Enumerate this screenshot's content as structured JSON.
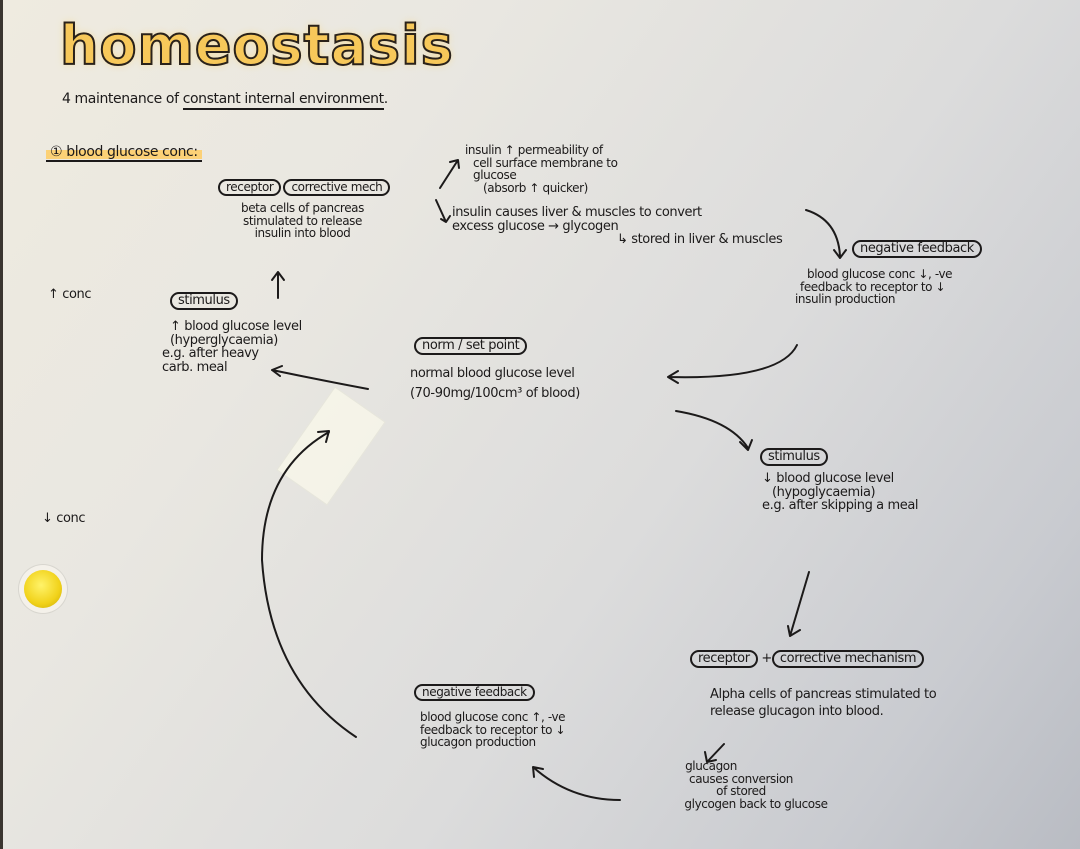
{
  "page": {
    "title": "homeostasis",
    "subtitle_prefix": "4 maintenance of",
    "subtitle_underlined": "constant internal environment",
    "subtitle_suffix": ".",
    "section_heading": "① blood glucose conc:",
    "highlight_color": "#f7c85a",
    "ink_color": "#1c1a1a"
  },
  "margin_labels": {
    "increase_conc": "↑ conc",
    "decrease_conc": "↓ conc"
  },
  "high_branch": {
    "receptor_label": "receptor",
    "corrective_label": "corrective mech",
    "receptor_text": [
      "beta cells of pancreas",
      "stimulated to release",
      "insulin into blood"
    ],
    "receptor_underlined": "beta cells",
    "insulin_effect_1": [
      "insulin ↑ permeability of",
      "cell surface membrane to",
      "glucose",
      "(absorb ↑ quicker)"
    ],
    "insulin_effect_2": [
      "insulin causes liver & muscles to convert",
      "excess glucose → glycogen",
      "↳ stored in liver & muscles"
    ],
    "negative_feedback_label": "negative feedback",
    "negative_feedback_text": [
      "blood glucose conc ↓, -ve",
      "feedback to receptor to ↓",
      "insulin production"
    ],
    "stimulus_label": "stimulus",
    "stimulus_text": [
      "↑ blood glucose level",
      "(hyperglycaemia)",
      "e.g. after heavy",
      "carb. meal"
    ]
  },
  "norm": {
    "label": "norm / set point",
    "text": [
      "normal blood glucose level",
      "(70-90mg/100cm³ of blood)"
    ]
  },
  "low_branch": {
    "stimulus_label": "stimulus",
    "stimulus_text": [
      "↓ blood glucose level",
      "(hypoglycaemia)",
      "e.g. after skipping a meal"
    ],
    "receptor_label": "receptor",
    "plus": "+",
    "corrective_label": "corrective mechanism",
    "receptor_text": [
      "Alpha cells of pancreas stimulated to",
      "release glucagon into blood."
    ],
    "glucagon_effect": [
      "glucagon",
      "causes conversion",
      "of stored",
      "glycogen back to glucose"
    ],
    "negative_feedback_label": "negative feedback",
    "negative_feedback_text": [
      "blood glucose conc ↑, -ve",
      "feedback to receptor to ↓",
      "glucagon production"
    ]
  }
}
